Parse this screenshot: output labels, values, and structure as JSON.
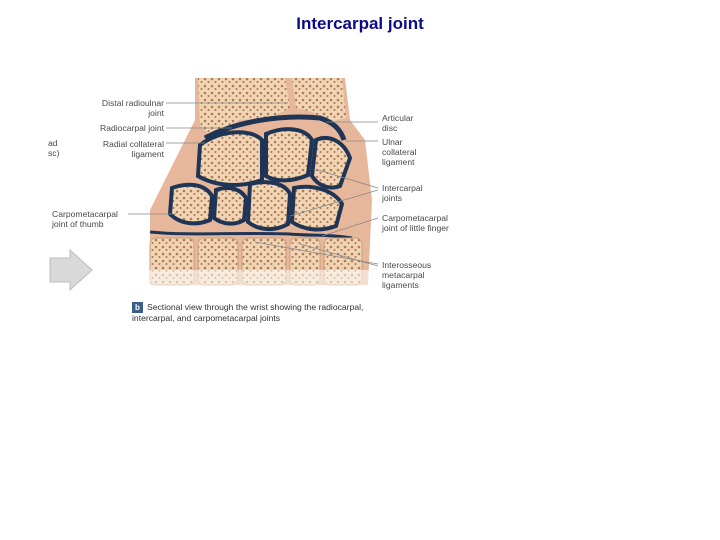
{
  "title": "Intercarpal joint",
  "cut_text": [
    "ad",
    "sc)"
  ],
  "labels_left": [
    [
      "Distal radioulnar",
      "joint"
    ],
    [
      "Radiocarpal joint"
    ],
    [
      "Radial collateral",
      "ligament"
    ],
    [
      "Carpometacarpal",
      "joint of thumb"
    ]
  ],
  "labels_right": [
    [
      "Articular",
      "disc"
    ],
    [
      "Ulnar",
      "collateral",
      "ligament"
    ],
    [
      "Intercarpal",
      "joints"
    ],
    [
      "Carpometacarpal",
      "joint of little finger"
    ],
    [
      "Interosseous",
      "metacarpal",
      "ligaments"
    ]
  ],
  "caption": {
    "badge": "b",
    "line1": "Sectional view through the wrist showing the radiocarpal,",
    "line2": "intercarpal, and carpometacarpal joints"
  },
  "colors": {
    "title": "#0b0b8a",
    "joint": "#1f3556",
    "bone": "#efd2b0",
    "tissue": "#e6b79c"
  }
}
